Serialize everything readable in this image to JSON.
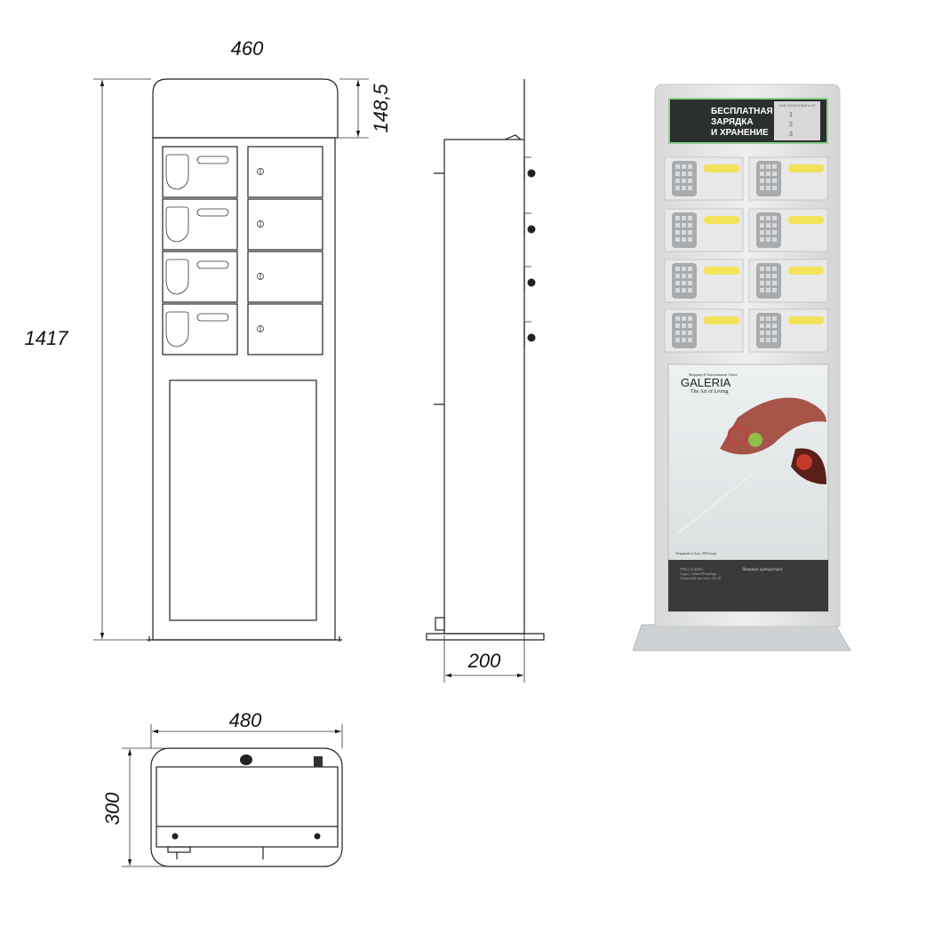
{
  "dimensions": {
    "front_width": "460",
    "top_panel_height": "148,5",
    "total_height": "1417",
    "side_depth": "200",
    "top_width": "480",
    "top_depth": "300"
  },
  "kiosk_photo": {
    "header_title_line1": "БЕСПЛАТНАЯ",
    "header_title_line2": "ЗАРЯДКА",
    "header_title_line3": "И ХРАНЕНИЕ",
    "instructions_title": "КАК ПОЛЬЗОВАТЬСЯ",
    "steps": [
      "1",
      "2",
      "3"
    ],
    "poster": {
      "tagline_top": "Shopping & Entertainment Centre",
      "brand": "GALERIA",
      "slogan": "The Art of Living",
      "opening": "Открытие в 4 кв. 2010 года",
      "info_left_1": "ТРЦ GALERIA",
      "info_left_2": "Адрес: Санкт-Петербург",
      "info_left_3": "Лиговский проспект, 26-30",
      "info_right_title": "Якорные арендаторы:"
    },
    "colors": {
      "header_frame": "#8ed08a",
      "header_bg": "#2b302c",
      "slot": "#f2e35a",
      "body": "#e6e6e6"
    }
  }
}
